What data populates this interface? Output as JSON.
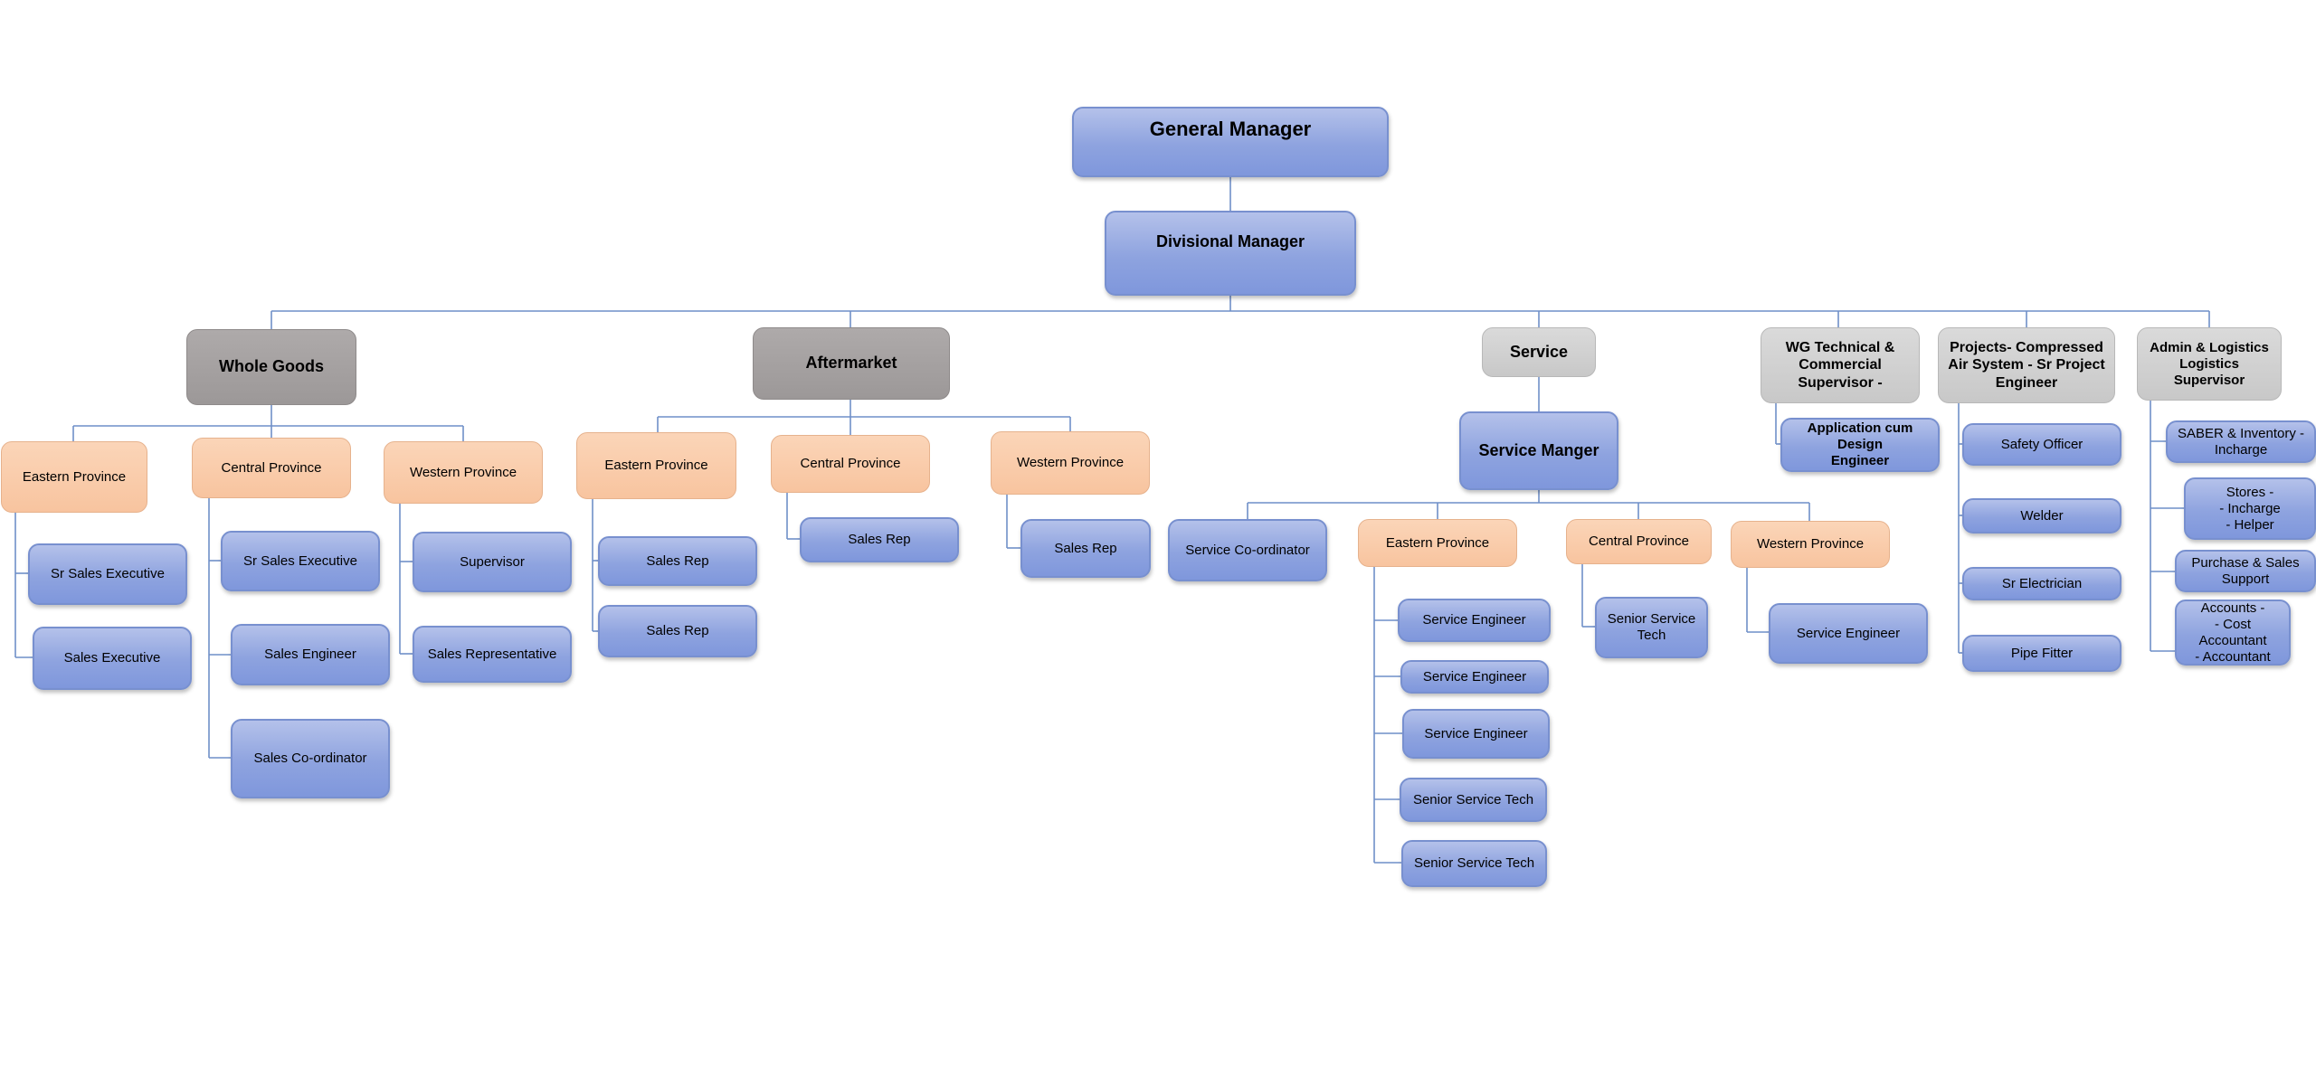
{
  "top": {
    "general_manager": "General Manager",
    "divisional_manager": "Divisional Manager"
  },
  "whole_goods": {
    "title": "Whole Goods",
    "eastern": {
      "label": "Eastern Province",
      "roles": [
        "Sr Sales Executive",
        "Sales Executive"
      ]
    },
    "central": {
      "label": "Central Province",
      "roles": [
        "Sr Sales Executive",
        "Sales Engineer",
        "Sales Co-ordinator"
      ]
    },
    "western": {
      "label": "Western Province",
      "roles": [
        "Supervisor",
        "Sales Representative"
      ]
    }
  },
  "aftermarket": {
    "title": "Aftermarket",
    "eastern": {
      "label": "Eastern Province",
      "roles": [
        "Sales Rep",
        "Sales Rep"
      ]
    },
    "central": {
      "label": "Central Province",
      "roles": [
        "Sales Rep"
      ]
    },
    "western": {
      "label": "Western Province",
      "roles": [
        "Sales Rep"
      ]
    }
  },
  "service": {
    "title": "Service",
    "manager": "Service Manger",
    "coordinator": "Service Co-ordinator",
    "eastern": {
      "label": "Eastern Province",
      "roles": [
        "Service Engineer",
        "Service Engineer",
        "Service Engineer",
        "Senior Service Tech",
        "Senior Service Tech"
      ]
    },
    "central": {
      "label": "Central Province",
      "roles": [
        "Senior Service\nTech"
      ]
    },
    "western": {
      "label": "Western Province",
      "roles": [
        "Service Engineer"
      ]
    }
  },
  "wg_technical": {
    "title": "WG Technical &\nCommercial\nSupervisor -",
    "roles": [
      "Application cum Design\nEngineer"
    ]
  },
  "projects": {
    "title": "Projects- Compressed\nAir System - Sr Project\nEngineer",
    "roles": [
      "Safety Officer",
      "Welder",
      "Sr Electrician",
      "Pipe Fitter"
    ]
  },
  "admin": {
    "title": "Admin & Logistics\nLogistics Supervisor",
    "roles": [
      "SABER & Inventory -\nIncharge",
      "Stores -\n- Incharge\n- Helper",
      "Purchase & Sales\nSupport",
      "Accounts -\n- Cost Accountant\n- Accountant"
    ]
  },
  "colors": {
    "connector": "#6f8fc8",
    "blue_box": "#8ea3df",
    "peach_box": "#f8c49f",
    "grey_box": "#a6a2a2",
    "light_grey_box": "#d0d0d0"
  }
}
